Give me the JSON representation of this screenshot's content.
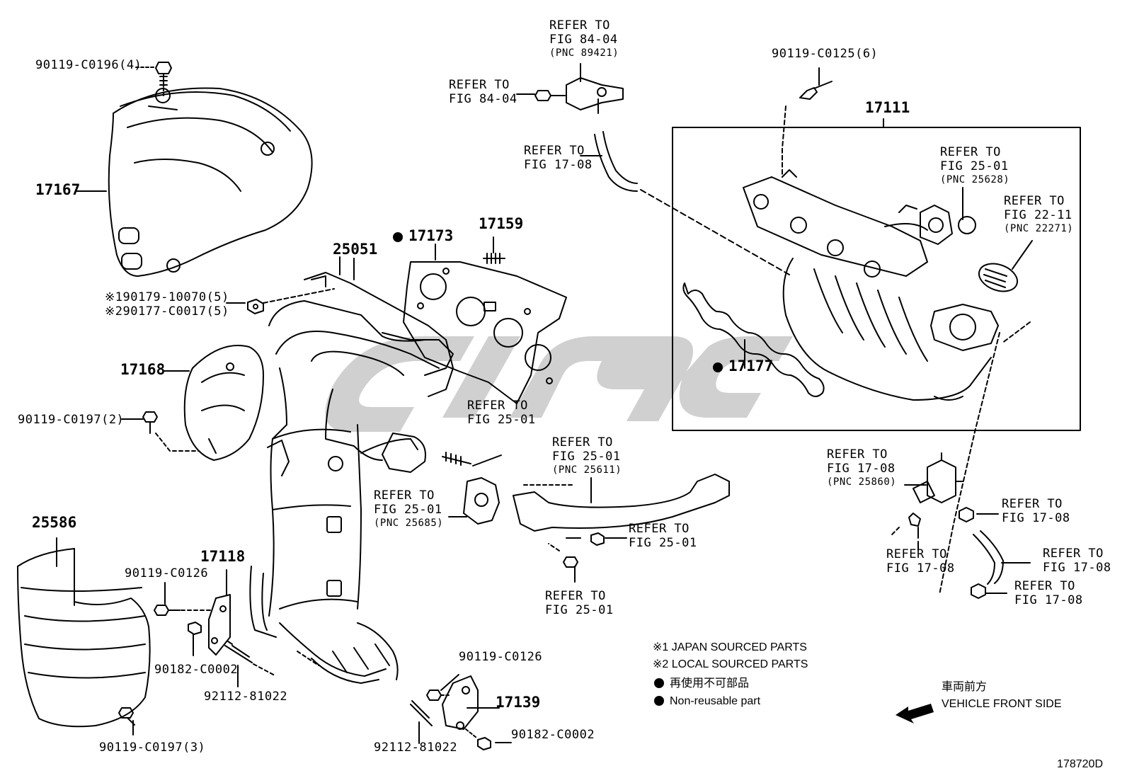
{
  "labels": {
    "p90119_c0196": "90119-C0196(4)",
    "p17167": "17167",
    "p190179": "※190179-10070(5)",
    "p290177": "※290177-C0017(5)",
    "p17168": "17168",
    "p90119_c0197_2": "90119-C0197(2)",
    "p25586": "25586",
    "p90119_c0197_3": "90119-C0197(3)",
    "p90119_c0126_a": "90119-C0126",
    "p17118": "17118",
    "p90182_c0002_a": "90182-C0002",
    "p92112_a": "92112-81022",
    "p25051": "25051",
    "p17173": "17173",
    "p17159": "17159",
    "p90119_c0126_b": "90119-C0126",
    "p17139": "17139",
    "p90182_c0002_b": "90182-C0002",
    "p92112_b": "92112-81022",
    "p90119_c0125": "90119-C0125(6)",
    "p17111": "17111",
    "p17177": "17177"
  },
  "refs": {
    "r1": [
      "REFER TO",
      "FIG 84-04",
      "(PNC 89421)"
    ],
    "r2": [
      "REFER TO",
      "FIG 84-04"
    ],
    "r3": [
      "REFER TO",
      "FIG 17-08"
    ],
    "r4": [
      "REFER TO",
      "FIG 25-01",
      "(PNC 25628)"
    ],
    "r5": [
      "REFER TO",
      "FIG 22-11",
      "(PNC 22271)"
    ],
    "r6": [
      "REFER TO",
      "FIG 25-01"
    ],
    "r7": [
      "REFER TO",
      "FIG 25-01",
      "(PNC 25611)"
    ],
    "r8": [
      "REFER TO",
      "FIG 25-01",
      "(PNC 25685)"
    ],
    "r9": [
      "REFER TO",
      "FIG 25-01"
    ],
    "r10": [
      "REFER TO",
      "FIG 25-01"
    ],
    "r11": [
      "REFER TO",
      "FIG 17-08",
      "(PNC 25860)"
    ],
    "r12": [
      "REFER TO",
      "FIG 17-08"
    ],
    "r13": [
      "REFER TO",
      "FIG 17-08"
    ],
    "r14": [
      "REFER TO",
      "FIG 17-08"
    ],
    "r15": [
      "REFER TO",
      "FIG 17-08"
    ]
  },
  "legend": {
    "note1": "※1 JAPAN SOURCED PARTS",
    "note2": "※2 LOCAL SOURCED PARTS",
    "nonreusable_jp": "再使用不可部品",
    "nonreusable_en": "Non-reusable part",
    "front_jp": "車両前方",
    "front_en": "VEHICLE FRONT SIDE"
  },
  "figure_id": "178720D",
  "colors": {
    "ink": "#000000",
    "watermark": "#c8c8c8"
  }
}
